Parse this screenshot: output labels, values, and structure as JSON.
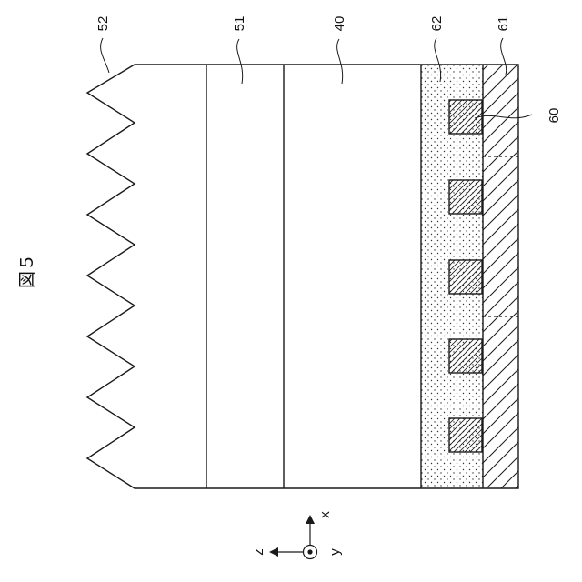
{
  "figure": {
    "title": "図５",
    "labels": {
      "l52": "52",
      "l51": "51",
      "l40": "40",
      "l62": "62",
      "l61": "61",
      "l60": "60"
    },
    "axes": {
      "x": "x",
      "y": "y",
      "z": "z"
    },
    "electrode_count": 5,
    "colors": {
      "line": "#1a1a1a",
      "background": "#ffffff"
    }
  }
}
